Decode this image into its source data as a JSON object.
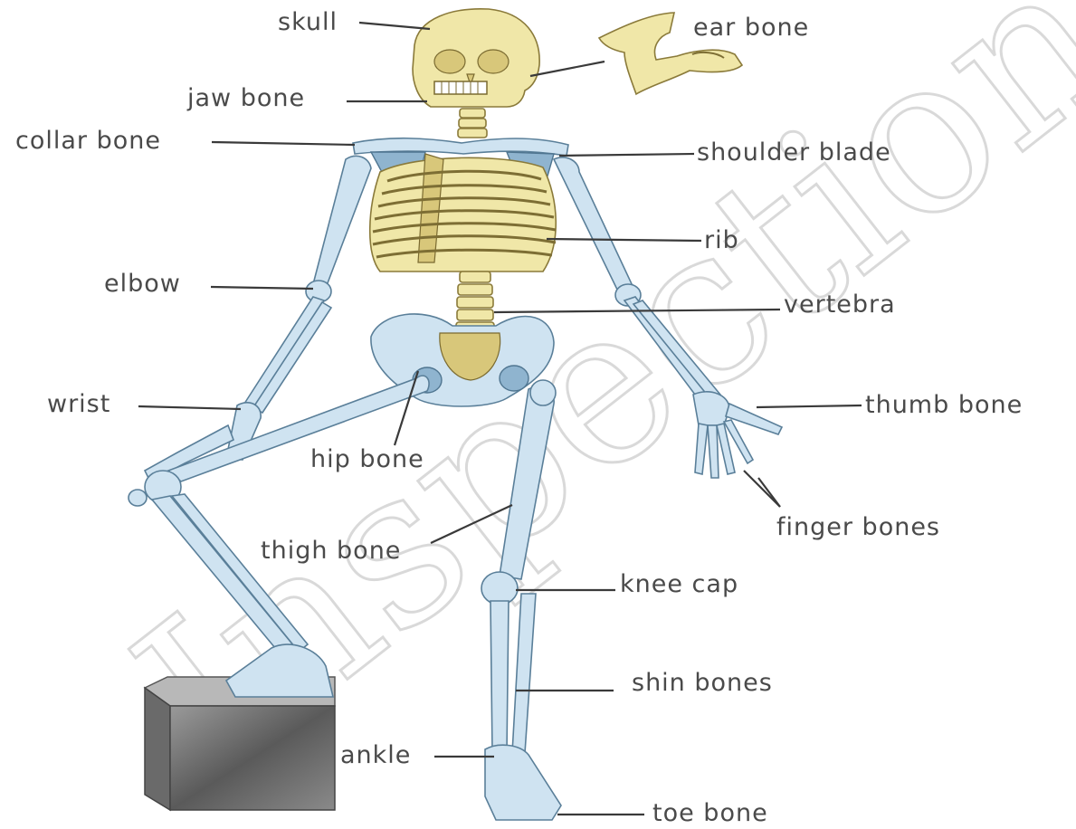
{
  "watermark": "Inspection Co",
  "labels": {
    "skull": "skull",
    "ear_bone": "ear bone",
    "jaw_bone": "jaw bone",
    "collar_bone": "collar bone",
    "shoulder_blade": "shoulder blade",
    "rib": "rib",
    "elbow": "elbow",
    "vertebra": "vertebra",
    "wrist": "wrist",
    "thumb_bone": "thumb bone",
    "hip_bone": "hip bone",
    "finger_bones": "finger bones",
    "thigh_bone": "thigh bone",
    "knee_cap": "knee cap",
    "shin_bones": "shin bones",
    "ankle": "ankle",
    "toe_bone": "toe bone"
  },
  "colors": {
    "bone_blue": "#cfe3f1",
    "bone_ivory": "#f0e7a8",
    "label_text": "#4a4a4a",
    "block_grey": "#777777"
  }
}
